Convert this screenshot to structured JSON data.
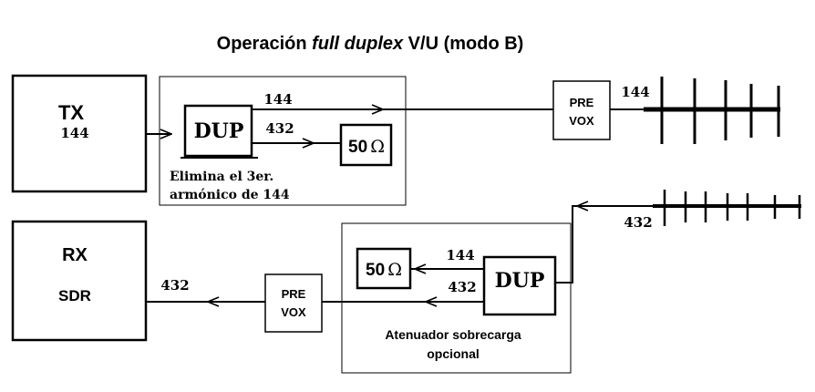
{
  "title": {
    "prefix": "Operación ",
    "italic": "full duplex",
    "suffix": " V/U (modo B)"
  },
  "tx_chain": {
    "tx_label": "TX",
    "tx_freq": "144",
    "dup_label": "DUP",
    "line_144_label": "144",
    "line_432_label": "432",
    "load_label": "50",
    "load_unit": "Ω",
    "note_line1": "Elimina el 3er.",
    "note_line2": "armónico de 144",
    "prevox_line1": "PRE",
    "prevox_line2": "VOX",
    "antenna_freq": "144"
  },
  "rx_chain": {
    "rx_label": "RX",
    "rx_sub": "SDR",
    "output_freq": "432",
    "prevox_line1": "PRE",
    "prevox_line2": "VOX",
    "load_label": "50",
    "load_unit": "Ω",
    "dup_label": "DUP",
    "line_144_label": "144",
    "line_432_label": "432",
    "note_line1": "Atenuador sobrecarga",
    "note_line2": "opcional",
    "antenna_freq": "432"
  }
}
